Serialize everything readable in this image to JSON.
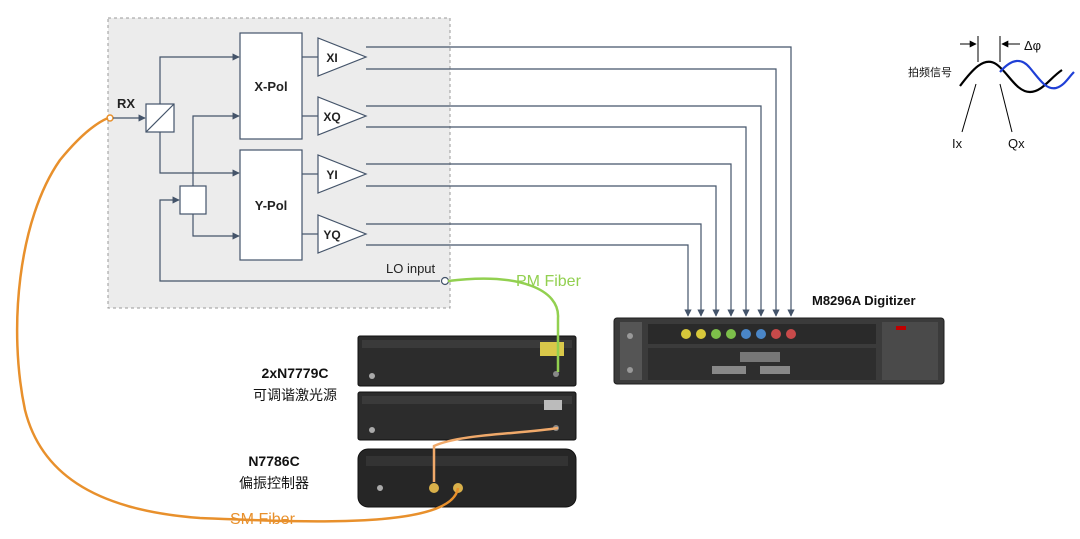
{
  "receiver": {
    "rx_label": "RX",
    "x_pol_label": "X-Pol",
    "y_pol_label": "Y-Pol",
    "lo_input_label": "LO input",
    "outputs": [
      "XI",
      "XQ",
      "YI",
      "YQ"
    ]
  },
  "fibers": {
    "pm_fiber_label": "PM Fiber",
    "sm_fiber_label": "SM Fiber",
    "pm_color": "#92d050",
    "sm_color": "#e8902c"
  },
  "instruments": {
    "laser_model": "2xN7779C",
    "laser_desc": "可调谐激光源",
    "controller_model": "N7786C",
    "controller_desc": "偏振控制器",
    "digitizer_label": "M8296A Digitizer"
  },
  "beat_inset": {
    "beat_label": "拍频信号",
    "delta_phi": "Δφ",
    "ix_label": "Ix",
    "qx_label": "Qx",
    "wave_color_1": "#000000",
    "wave_color_2": "#1f3fd6"
  },
  "colors": {
    "panel_bg": "#ececec",
    "line": "#44546a",
    "accent_red": "#c00000"
  }
}
